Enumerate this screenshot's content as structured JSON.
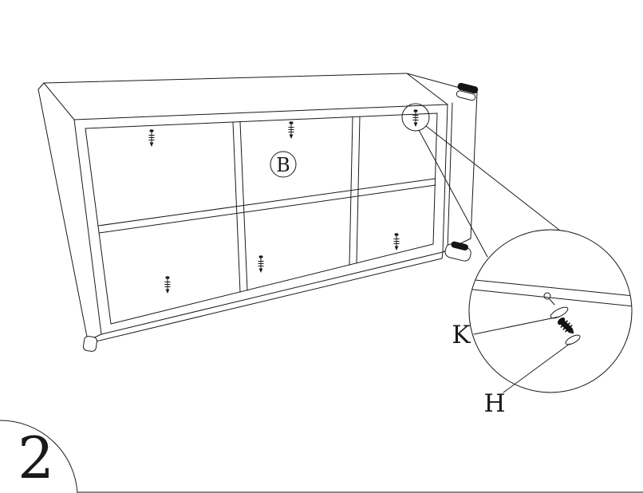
{
  "page": {
    "background_color": "#ffffff",
    "line_color": "#1a1a1a"
  },
  "step": {
    "number": "2"
  },
  "diagram": {
    "panel_label": "B",
    "screw_count": 6,
    "hardware_labels": {
      "k": "K",
      "h": "H"
    }
  }
}
